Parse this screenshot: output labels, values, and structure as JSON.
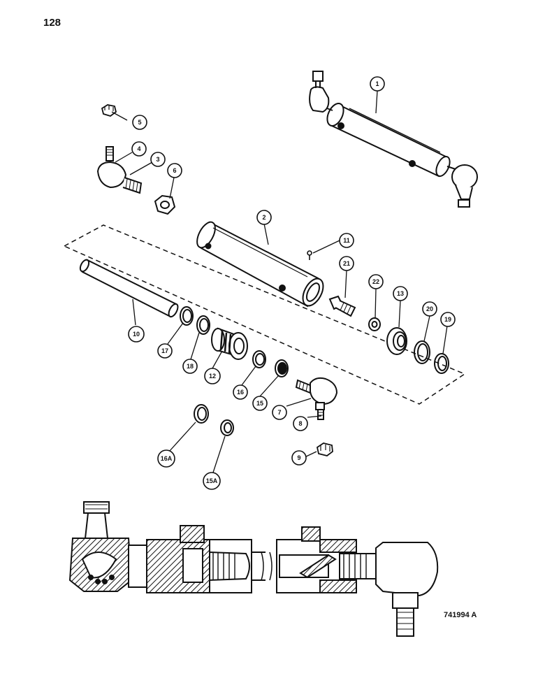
{
  "page": {
    "number": "128",
    "reference_code": "741994 A"
  },
  "callouts": [
    {
      "id": "c1",
      "label": "1"
    },
    {
      "id": "c2",
      "label": "2"
    },
    {
      "id": "c3",
      "label": "3"
    },
    {
      "id": "c4",
      "label": "4"
    },
    {
      "id": "c5",
      "label": "5"
    },
    {
      "id": "c6",
      "label": "6"
    },
    {
      "id": "c7",
      "label": "7"
    },
    {
      "id": "c8",
      "label": "8"
    },
    {
      "id": "c9",
      "label": "9"
    },
    {
      "id": "c10",
      "label": "10"
    },
    {
      "id": "c11",
      "label": "11"
    },
    {
      "id": "c12",
      "label": "12"
    },
    {
      "id": "c13",
      "label": "13"
    },
    {
      "id": "c15",
      "label": "15"
    },
    {
      "id": "c15a",
      "label": "15A"
    },
    {
      "id": "c16",
      "label": "16"
    },
    {
      "id": "c16a",
      "label": "16A"
    },
    {
      "id": "c17",
      "label": "17"
    },
    {
      "id": "c18",
      "label": "18"
    },
    {
      "id": "c19",
      "label": "19"
    },
    {
      "id": "c20",
      "label": "20"
    },
    {
      "id": "c21",
      "label": "21"
    },
    {
      "id": "c22",
      "label": "22"
    }
  ]
}
